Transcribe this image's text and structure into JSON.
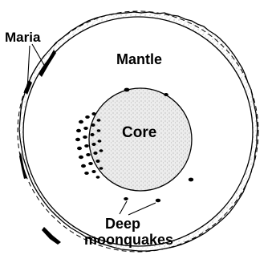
{
  "labels": {
    "maria": "Maria",
    "mantle": "Mantle",
    "core": "Core",
    "deep_line1": "Deep",
    "deep_line2": "moonquakes"
  },
  "colors": {
    "ink": "#000000",
    "background": "#ffffff",
    "core_fill": "#e4e4e4"
  }
}
